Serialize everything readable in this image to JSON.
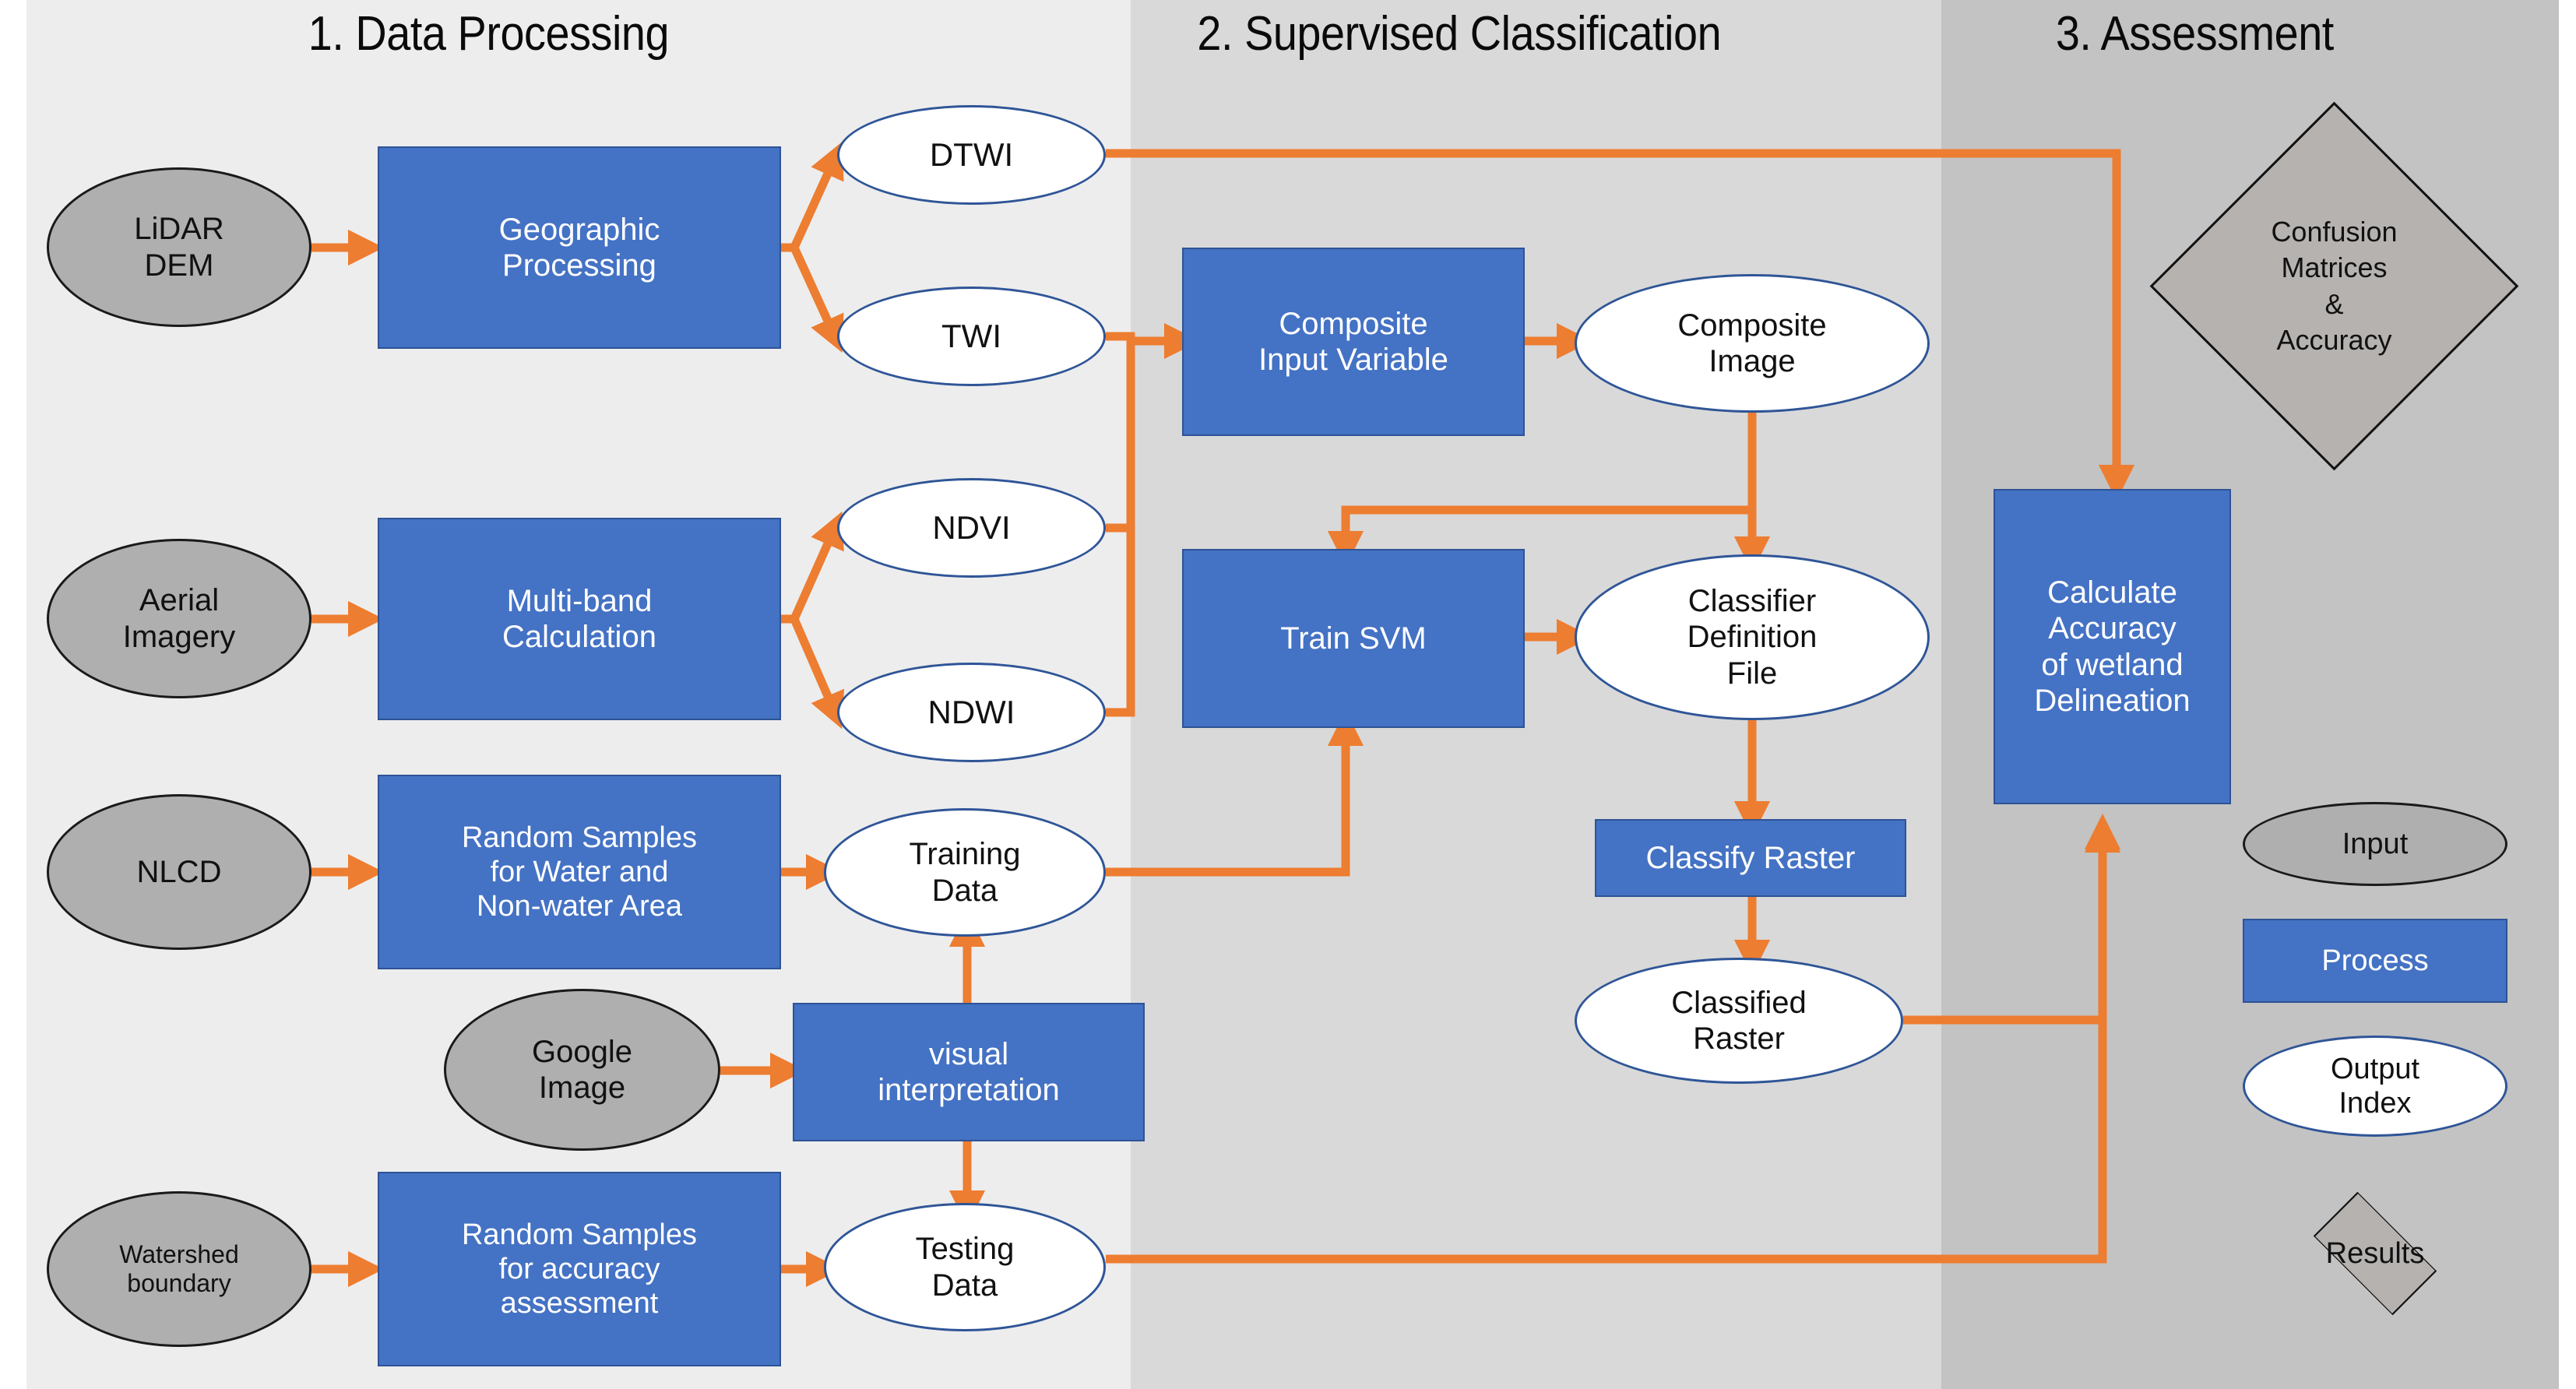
{
  "figure": {
    "type": "workflow-flowchart",
    "title": "Wetland delineation workflow",
    "accent_arrow_color": "#ED7D31",
    "process_fill": "#4472C4",
    "input_fill": "#AFAFAF",
    "output_fill": "#FFFFFF",
    "output_stroke": "#2F5597",
    "results_fill": "#B5B2B0",
    "band_colors": [
      "#EDEDED",
      "#D9D9D9",
      "#C3C3C3"
    ]
  },
  "phases": [
    {
      "label": "1. Data Processing"
    },
    {
      "label": "2. Supervised Classification"
    },
    {
      "label": "3. Assessment"
    }
  ],
  "nodes": {
    "lidar_dem": {
      "label": "LiDAR\nDEM",
      "kind": "input"
    },
    "geographic_processing": {
      "label": "Geographic\nProcessing",
      "kind": "process"
    },
    "dtwi": {
      "label": "DTWI",
      "kind": "output"
    },
    "twi": {
      "label": "TWI",
      "kind": "output"
    },
    "aerial_imagery": {
      "label": "Aerial\nImagery",
      "kind": "input"
    },
    "multi_band_calculation": {
      "label": "Multi-band\nCalculation",
      "kind": "process"
    },
    "ndvi": {
      "label": "NDVI",
      "kind": "output"
    },
    "ndwi": {
      "label": "NDWI",
      "kind": "output"
    },
    "nlcd": {
      "label": "NLCD",
      "kind": "input"
    },
    "random_samples_water": {
      "label": "Random Samples\nfor Water and\nNon-water Area",
      "kind": "process"
    },
    "training_data": {
      "label": "Training\nData",
      "kind": "output"
    },
    "google_image": {
      "label": "Google\nImage",
      "kind": "input"
    },
    "visual_interpretation": {
      "label": "visual\ninterpretation",
      "kind": "process"
    },
    "watershed_boundary": {
      "label": "Watershed\nboundary",
      "kind": "input"
    },
    "random_samples_accuracy": {
      "label": "Random Samples\nfor accuracy\nassessment",
      "kind": "process"
    },
    "testing_data": {
      "label": "Testing\nData",
      "kind": "output"
    },
    "composite_input_variable": {
      "label": "Composite\nInput Variable",
      "kind": "process"
    },
    "composite_image": {
      "label": "Composite\nImage",
      "kind": "output"
    },
    "train_svm": {
      "label": "Train SVM",
      "kind": "process"
    },
    "classifier_definition_file": {
      "label": "Classifier\nDefinition\nFile",
      "kind": "output"
    },
    "classify_raster": {
      "label": "Classify Raster",
      "kind": "process"
    },
    "classified_raster": {
      "label": "Classified\nRaster",
      "kind": "output"
    },
    "calculate_accuracy": {
      "label": "Calculate\nAccuracy\nof wetland\nDelineation",
      "kind": "process"
    },
    "confusion_matrices": {
      "label": "Confusion\nMatrices\n&\nAccuracy",
      "kind": "results"
    }
  },
  "legend": {
    "input": "Input",
    "process": "Process",
    "output": "Output\nIndex",
    "results": "Results"
  },
  "edges": [
    {
      "from": "lidar_dem",
      "to": "geographic_processing"
    },
    {
      "from": "geographic_processing",
      "to": "dtwi"
    },
    {
      "from": "geographic_processing",
      "to": "twi"
    },
    {
      "from": "aerial_imagery",
      "to": "multi_band_calculation"
    },
    {
      "from": "multi_band_calculation",
      "to": "ndvi"
    },
    {
      "from": "multi_band_calculation",
      "to": "ndwi"
    },
    {
      "from": "nlcd",
      "to": "random_samples_water"
    },
    {
      "from": "random_samples_water",
      "to": "training_data"
    },
    {
      "from": "google_image",
      "to": "visual_interpretation"
    },
    {
      "from": "visual_interpretation",
      "to": "training_data"
    },
    {
      "from": "visual_interpretation",
      "to": "testing_data"
    },
    {
      "from": "watershed_boundary",
      "to": "random_samples_accuracy"
    },
    {
      "from": "random_samples_accuracy",
      "to": "testing_data"
    },
    {
      "from": "twi",
      "to": "composite_input_variable"
    },
    {
      "from": "ndvi",
      "to": "composite_input_variable"
    },
    {
      "from": "ndwi",
      "to": "composite_input_variable"
    },
    {
      "from": "composite_input_variable",
      "to": "composite_image"
    },
    {
      "from": "composite_image",
      "to": "classifier_definition_file"
    },
    {
      "from": "composite_image",
      "to": "train_svm"
    },
    {
      "from": "training_data",
      "to": "train_svm"
    },
    {
      "from": "train_svm",
      "to": "classifier_definition_file"
    },
    {
      "from": "classifier_definition_file",
      "to": "classify_raster"
    },
    {
      "from": "classify_raster",
      "to": "classified_raster"
    },
    {
      "from": "classified_raster",
      "to": "calculate_accuracy"
    },
    {
      "from": "dtwi",
      "to": "calculate_accuracy"
    },
    {
      "from": "testing_data",
      "to": "calculate_accuracy"
    },
    {
      "from": "calculate_accuracy",
      "to": "confusion_matrices"
    }
  ]
}
